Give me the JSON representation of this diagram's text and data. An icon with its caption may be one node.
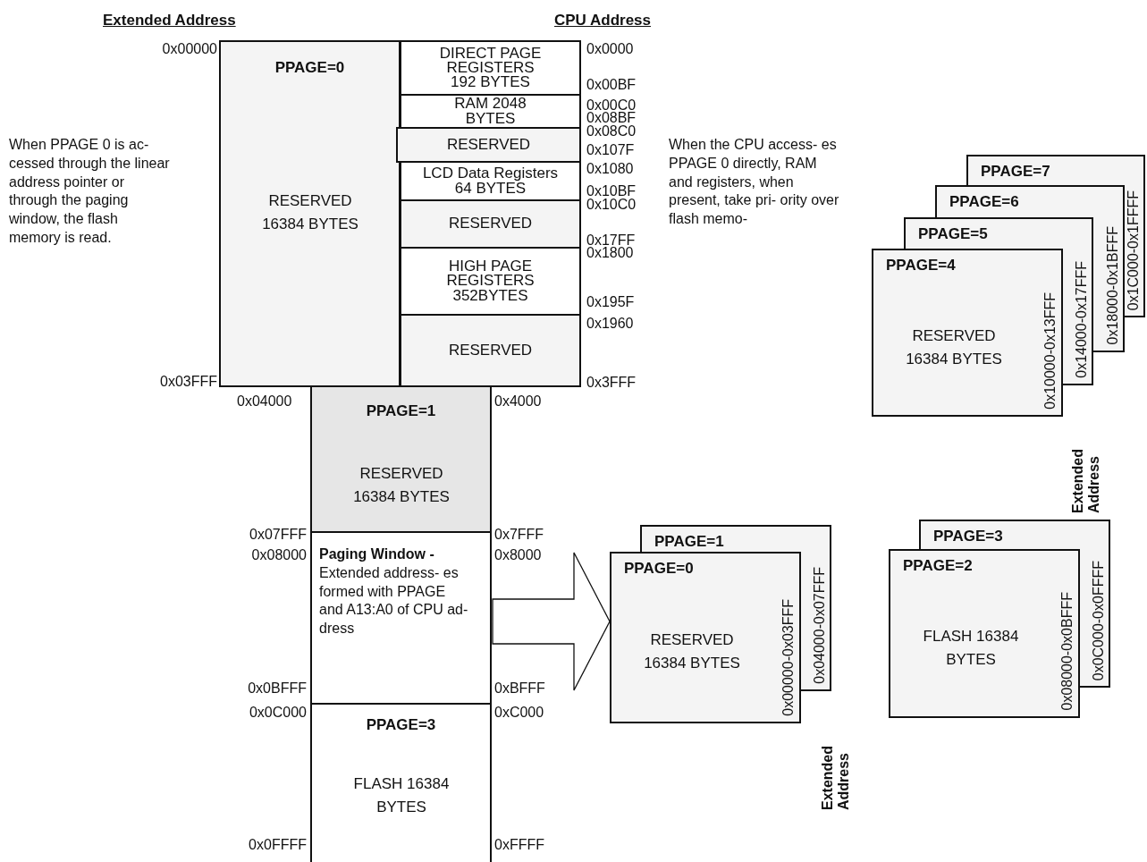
{
  "diagram": {
    "nodes": [
      {
        "text": [
          "PPAGE=0",
          "RESERVED 16384 BYTES"
        ]
      },
      {
        "text": [
          "DIRECT PAGE REGISTERS 192 BYTES"
        ]
      },
      {
        "text": [
          "RAM 2048 BYTES"
        ]
      },
      {
        "text": [
          "RESERVED"
        ]
      },
      {
        "text": [
          "LCD Data Registers 64 BYTES"
        ]
      },
      {
        "text": [
          "RESERVED"
        ]
      },
      {
        "text": [
          "HIGH PAGE REGISTERS 352BYTES"
        ]
      },
      {
        "text": [
          "RESERVED"
        ]
      },
      {
        "text": [
          "PPAGE=7"
        ],
        "beside": [
          "0x1C000-0x1FFFF"
        ]
      },
      {
        "text": [
          "PPAGE=6"
        ],
        "beside": [
          "0x18000-0x1BFFF"
        ]
      },
      {
        "text": [
          "PPAGE=5"
        ],
        "beside": [
          "0x14000-0x17FFF"
        ]
      },
      {
        "text": [
          "PPAGE=4",
          "RESERVED 16384 BYTES",
          "0x10000-0x13FFF"
        ]
      },
      {
        "text": [
          "PPAGE=1",
          "RESERVED 16384 BYTES"
        ]
      },
      {
        "text": [
          "**Paging Window -** Extended address- es formed with PPAGE and A13:A0 of CPU ad- dress"
        ]
      },
      {
        "text": [
          "PPAGE=1"
        ],
        "beside": [
          "0x04000-0x07FFF"
        ]
      },
      {
        "text": [
          "PPAGE=0",
          "RESERVED 16384 BYTES",
          "0x00000-0x03FFF"
        ]
      },
      {
        "text": [
          "PPAGE=3"
        ],
        "beside": [
          "0x0C000-0x0FFFF"
        ]
      },
      {
        "text": [
          "PPAGE=2",
          "FLASH 16384 BYTES",
          "0x08000-0x0BFFF"
        ]
      },
      {
        "text": [
          "PPAGE=3",
          "FLASH 16384 BYTES"
        ]
      }
    ],
    "edges": [
      {
        "from": 13,
        "to": 15,
        "arrow": "to"
      }
    ],
    "labels": [
      "Extended Address",
      "CPU Address",
      "0x00000",
      "0x03FFF",
      "0x04000",
      "0x07FFF",
      "0x08000",
      "0x0BFFF",
      "0x0C000",
      "0x0FFFF",
      "0x0000",
      "0x00BF",
      "0x00C0",
      "0x08BF",
      "0x08C0",
      "0x107F",
      "0x1080",
      "0x10BF",
      "0x10C0",
      "0x17FF",
      "0x1800",
      "0x195F",
      "0x1960",
      "0x3FFF",
      "0x4000",
      "0x7FFF",
      "0x8000",
      "0xBFFF",
      "0xC000",
      "0xFFFF",
      "When PPAGE 0 is ac- cessed through the linear address pointer or through the paging window, the flash memory is read.",
      "When the CPU access- es PPAGE 0 directly, RAM and registers, when present, take pri- ority over flash memo-",
      "Extended Address",
      "Extended Address"
    ]
  }
}
